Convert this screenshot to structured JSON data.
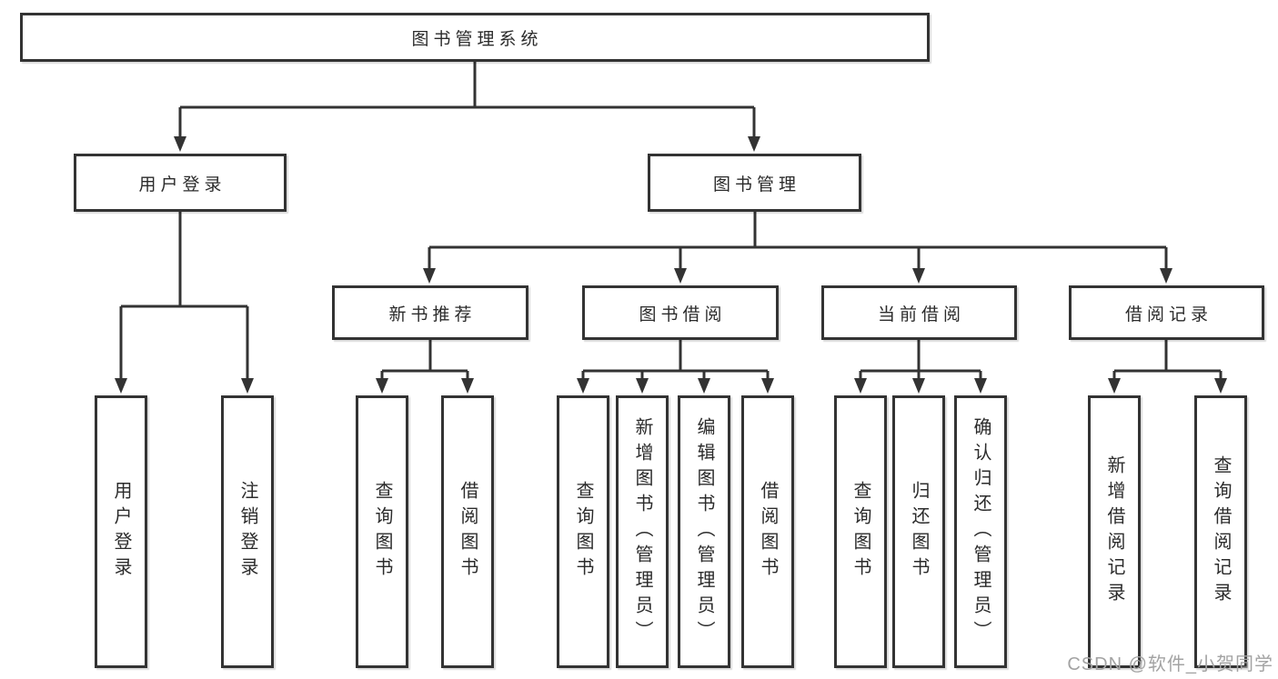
{
  "diagram": {
    "watermark": "CSDN @软件_小贺同学",
    "colors": {
      "line": "#333333",
      "box_background": "#ffffff",
      "text": "#2b2b2b",
      "watermark": "#a3a3a3",
      "background": "#ffffff"
    },
    "root": {
      "label": "图书管理系统"
    },
    "branches": [
      {
        "label": "用户登录",
        "children": [
          {
            "label": "用户登录"
          },
          {
            "label": "注销登录"
          }
        ]
      },
      {
        "label": "图书管理",
        "children": [
          {
            "label": "新书推荐",
            "children": [
              {
                "label": "查询图书"
              },
              {
                "label": "借阅图书"
              }
            ]
          },
          {
            "label": "图书借阅",
            "children": [
              {
                "label": "查询图书"
              },
              {
                "label": "新增图书（管理员）"
              },
              {
                "label": "编辑图书（管理员）"
              },
              {
                "label": "借阅图书"
              }
            ]
          },
          {
            "label": "当前借阅",
            "children": [
              {
                "label": "查询图书"
              },
              {
                "label": "归还图书"
              },
              {
                "label": "确认归还（管理员）"
              }
            ]
          },
          {
            "label": "借阅记录",
            "children": [
              {
                "label": "新增借阅记录"
              },
              {
                "label": "查询借阅记录"
              }
            ]
          }
        ]
      }
    ]
  }
}
